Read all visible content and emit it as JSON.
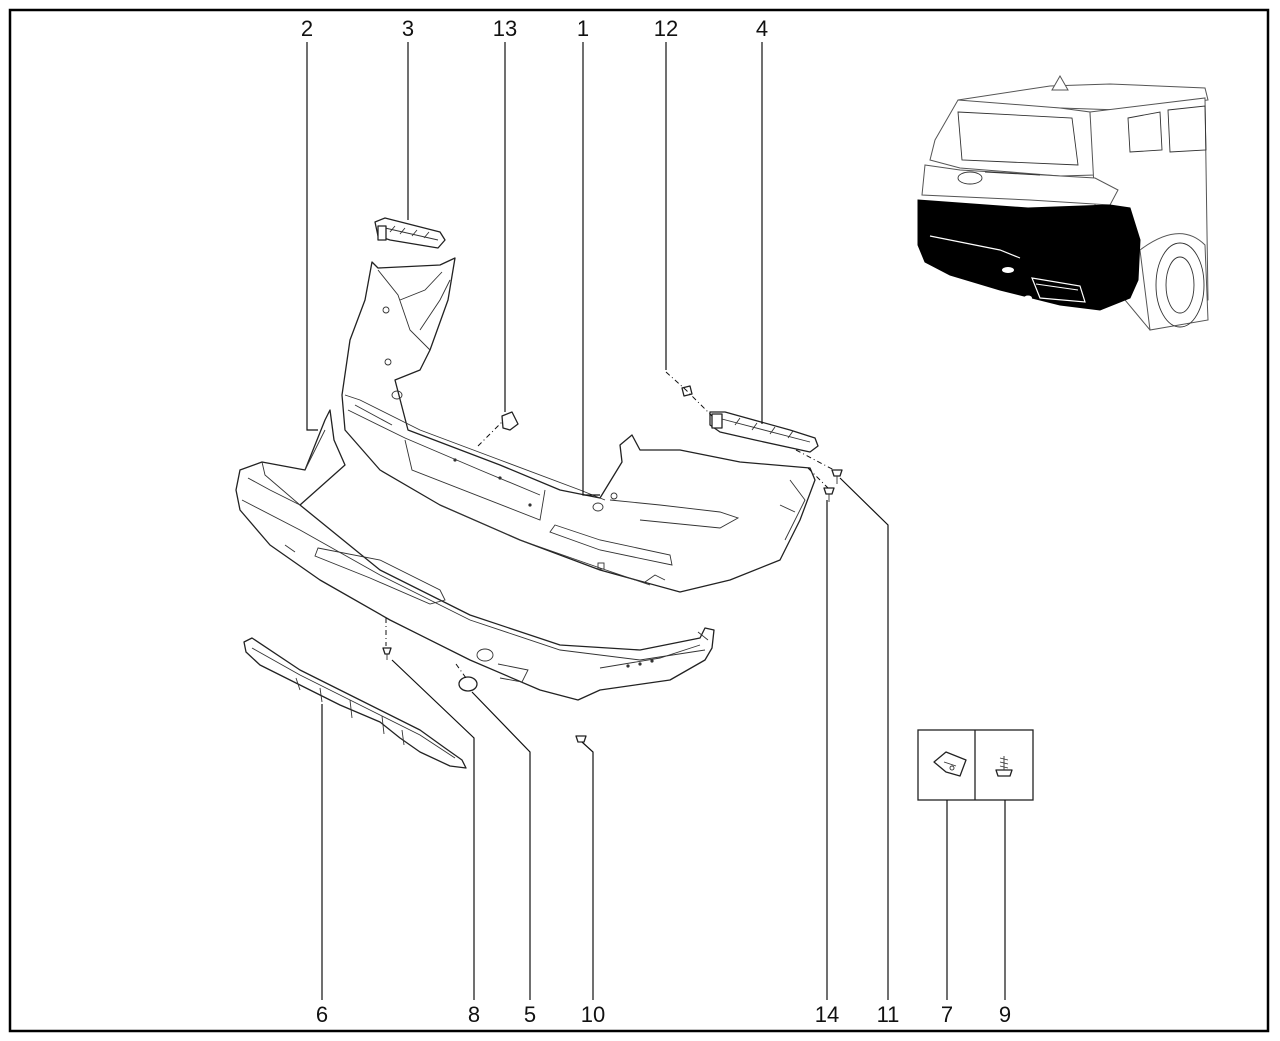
{
  "diagram": {
    "callouts": [
      {
        "id": "2",
        "label": "2"
      },
      {
        "id": "3",
        "label": "3"
      },
      {
        "id": "13",
        "label": "13"
      },
      {
        "id": "1",
        "label": "1"
      },
      {
        "id": "12",
        "label": "12"
      },
      {
        "id": "4",
        "label": "4"
      },
      {
        "id": "6",
        "label": "6"
      },
      {
        "id": "8",
        "label": "8"
      },
      {
        "id": "5",
        "label": "5"
      },
      {
        "id": "10",
        "label": "10"
      },
      {
        "id": "14",
        "label": "14"
      },
      {
        "id": "11",
        "label": "11"
      },
      {
        "id": "7",
        "label": "7"
      },
      {
        "id": "9",
        "label": "9"
      }
    ],
    "highlight_color": "#000000",
    "line_color": "#111111",
    "background": "#ffffff"
  }
}
